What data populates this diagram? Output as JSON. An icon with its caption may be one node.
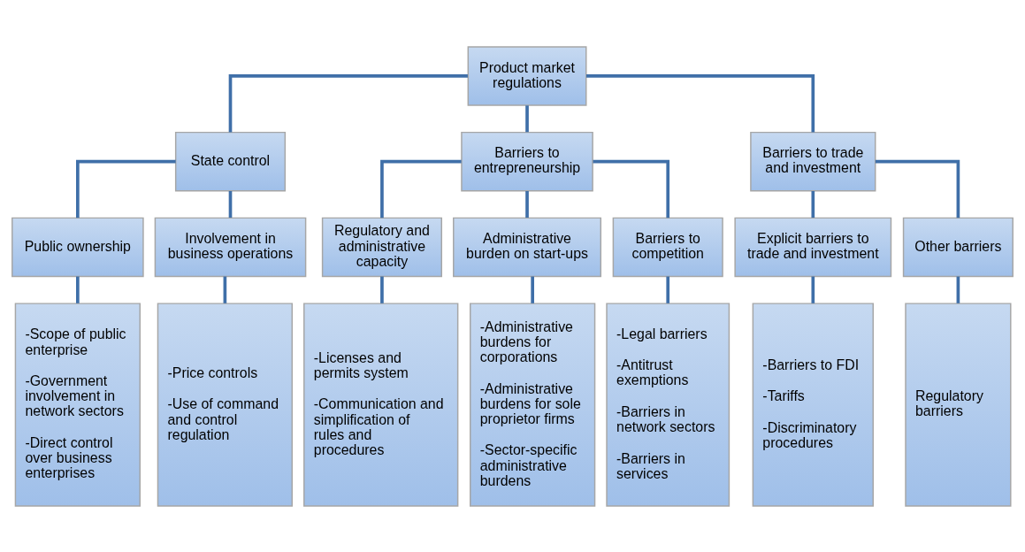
{
  "diagram": {
    "nodes": [
      {
        "text": [
          "Product market regulations"
        ]
      },
      {
        "text": [
          "State control"
        ]
      },
      {
        "text": [
          "Barriers to entrepreneurship"
        ]
      },
      {
        "text": [
          "Barriers to trade and investment"
        ]
      },
      {
        "text": [
          "Public ownership"
        ]
      },
      {
        "text": [
          "Involvement in business operations"
        ]
      },
      {
        "text": [
          "Regulatory and administrative capacity"
        ]
      },
      {
        "text": [
          "Administrative burden on start-ups"
        ]
      },
      {
        "text": [
          "Barriers to competition"
        ]
      },
      {
        "text": [
          "Explicit barriers to trade and investment"
        ]
      },
      {
        "text": [
          "Other barriers"
        ]
      },
      {
        "text": [
          "-Scope of public enterprise",
          "-Government involvement in network sectors",
          "-Direct control over business enterprises"
        ]
      },
      {
        "text": [
          "-Price controls",
          "-Use of command and control regulation"
        ]
      },
      {
        "text": [
          "-Licenses and permits system",
          "-Communication and simplification of rules and procedures"
        ]
      },
      {
        "text": [
          "-Administrative burdens for corporations",
          "-Administrative burdens for sole proprietor firms",
          "-Sector-specific administrative burdens"
        ]
      },
      {
        "text": [
          "-Legal barriers",
          "-Antitrust exemptions",
          "-Barriers in network sectors",
          "-Barriers in services"
        ]
      },
      {
        "text": [
          "-Barriers to FDI",
          "-Tariffs",
          "-Discriminatory procedures"
        ]
      },
      {
        "text": [
          "Regulatory barriers"
        ]
      }
    ],
    "edges": [
      {
        "from": 0,
        "to": 1,
        "arrow": "none"
      },
      {
        "from": 0,
        "to": 2,
        "arrow": "none"
      },
      {
        "from": 0,
        "to": 3,
        "arrow": "none"
      },
      {
        "from": 1,
        "to": 4,
        "arrow": "none"
      },
      {
        "from": 1,
        "to": 5,
        "arrow": "none"
      },
      {
        "from": 2,
        "to": 6,
        "arrow": "none"
      },
      {
        "from": 2,
        "to": 7,
        "arrow": "none"
      },
      {
        "from": 2,
        "to": 8,
        "arrow": "none"
      },
      {
        "from": 3,
        "to": 9,
        "arrow": "none"
      },
      {
        "from": 3,
        "to": 10,
        "arrow": "none"
      },
      {
        "from": 4,
        "to": 11,
        "arrow": "none"
      },
      {
        "from": 5,
        "to": 12,
        "arrow": "none"
      },
      {
        "from": 6,
        "to": 13,
        "arrow": "none"
      },
      {
        "from": 7,
        "to": 14,
        "arrow": "none"
      },
      {
        "from": 8,
        "to": 15,
        "arrow": "none"
      },
      {
        "from": 9,
        "to": 16,
        "arrow": "none"
      },
      {
        "from": 10,
        "to": 17,
        "arrow": "none"
      }
    ]
  }
}
